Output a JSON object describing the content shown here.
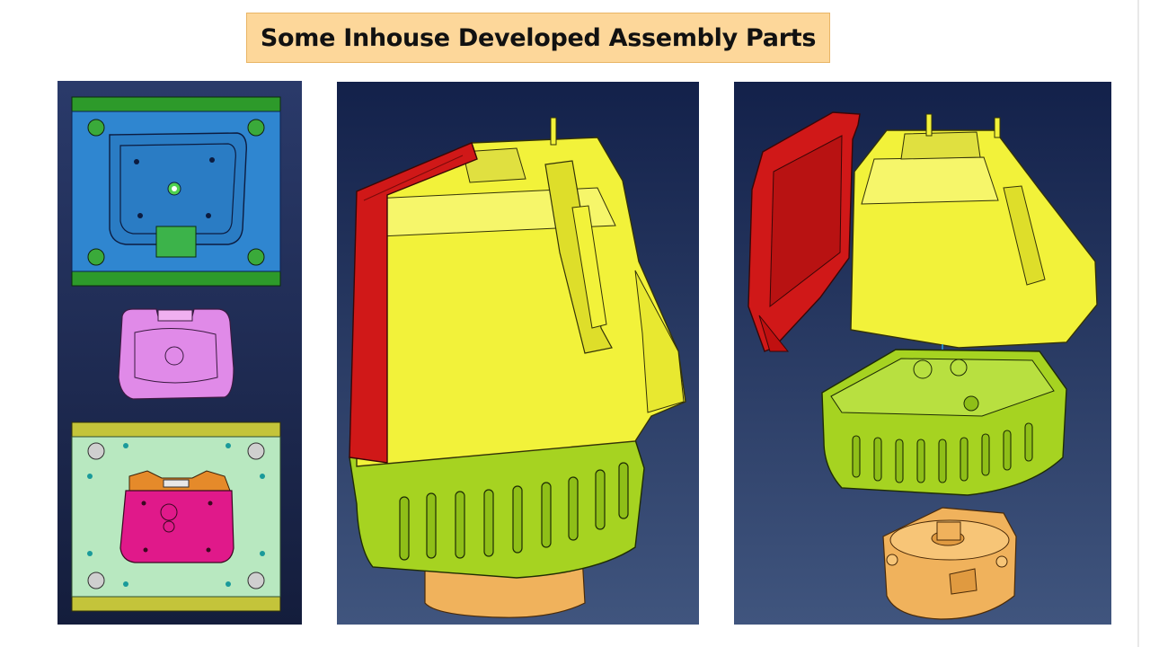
{
  "slide": {
    "title": "Some Inhouse Developed Assembly Parts"
  },
  "images": [
    {
      "name": "mold-layout-views",
      "icon": "mold-plates-image"
    },
    {
      "name": "assembled-housing-view",
      "icon": "assembled-part-image"
    },
    {
      "name": "exploded-housing-view",
      "icon": "exploded-part-image"
    }
  ],
  "colors": {
    "title_fill": "#fdd79a",
    "panel_background": "#1f2f5e",
    "part_yellow": "#f2f23a",
    "part_red": "#d01818",
    "part_green": "#a6d321",
    "part_orange": "#f0b25c",
    "plate_blue": "#2f86d0",
    "plate_green": "#2d9a2a",
    "plate_mint": "#b8e8c0",
    "plate_olive": "#c4c43a",
    "cavity_magenta": "#e0198a",
    "part_violet": "#e08ae8"
  }
}
